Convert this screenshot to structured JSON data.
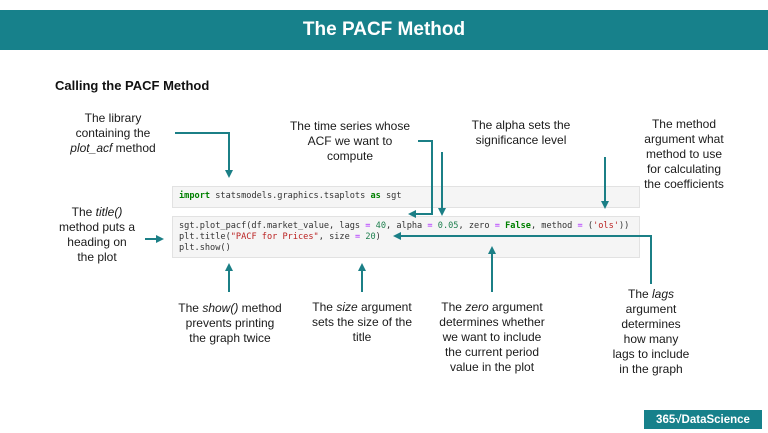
{
  "header": {
    "title": "The PACF Method"
  },
  "section_title": "Calling the PACF Method",
  "colors": {
    "teal": "#17818b",
    "arrow": "#1b7f86"
  },
  "notes": {
    "library": {
      "line1": "The library",
      "line2": "containing the",
      "line3_italic": "plot_acf",
      "line3_rest": " method"
    },
    "time_series": {
      "line1": "The time series whose",
      "line2": "ACF we want to",
      "line3": "compute"
    },
    "alpha": {
      "line1": "The alpha sets the",
      "line2": "significance level"
    },
    "method": {
      "line1": "The method",
      "line2": "argument what",
      "line3": "method to use",
      "line4": "for calculating",
      "line5": "the coefficients"
    },
    "title_fn": {
      "line1_pre": "The ",
      "line1_italic": "title()",
      "line2": "method puts a",
      "line3": "heading on",
      "line4": "the plot"
    },
    "show_fn": {
      "line1_pre": "The ",
      "line1_italic": "show()",
      "line1_post": " method",
      "line2": "prevents printing",
      "line3": "the graph twice"
    },
    "size_arg": {
      "line1_pre": "The ",
      "line1_italic": "size",
      "line1_post": " argument",
      "line2": "sets the size of the",
      "line3": "title"
    },
    "zero_arg": {
      "line1_pre": "The ",
      "line1_italic": "zero",
      "line1_post": " argument",
      "line2": "determines whether",
      "line3": "we want to include",
      "line4": "the current period",
      "line5": "value in the plot"
    },
    "lags_arg": {
      "line1_pre": "The ",
      "line1_italic": "lags",
      "line2": "argument",
      "line3": "determines",
      "line4": "how many",
      "line5": "lags to include",
      "line6": "in the graph"
    }
  },
  "code": {
    "import_line": {
      "kw1": "import",
      "mid": " statsmodels.graphics.tsaplots ",
      "kw2": "as",
      "end": " sgt"
    },
    "line1": {
      "a": "sgt.plot_pacf(df.market_value, lags ",
      "eq1": "=",
      "b": " ",
      "n40": "40",
      "c": ", alpha ",
      "eq2": "=",
      "d": " ",
      "n005": "0.05",
      "e": ", zero ",
      "eq3": "=",
      "f": " ",
      "false": "False",
      "g": ", method ",
      "eq4": "=",
      "h": " (",
      "ols": "'ols'",
      "i": "))"
    },
    "line2": {
      "a": "plt.title(",
      "str": "\"PACF for Prices\"",
      "b": ", size ",
      "eq": "=",
      "c": " ",
      "n20": "20",
      "d": ")"
    },
    "line3": "plt.show()"
  },
  "logo": {
    "text": "365√DataScience"
  }
}
